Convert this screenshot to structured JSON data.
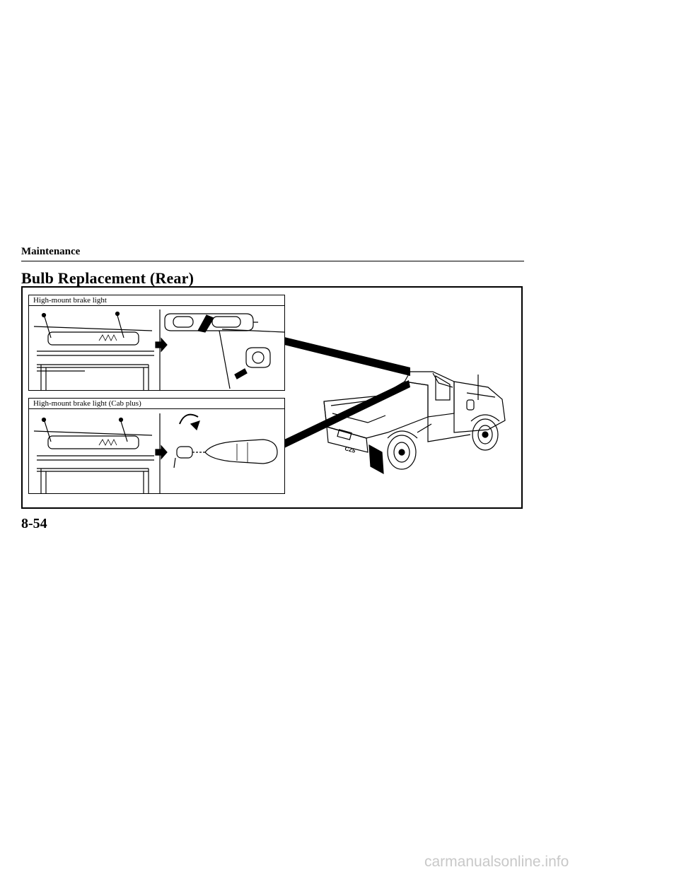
{
  "header": {
    "section": "Maintenance"
  },
  "title": "Bulb Replacement (Rear)",
  "figure": {
    "panel_top_label": "High-mount brake light",
    "panel_bottom_label": "High-mount brake light (Cab plus)",
    "truck_plate_text": "CZ5"
  },
  "footer": {
    "page_number": "8-54"
  },
  "watermark": "carmanualsonline.info"
}
